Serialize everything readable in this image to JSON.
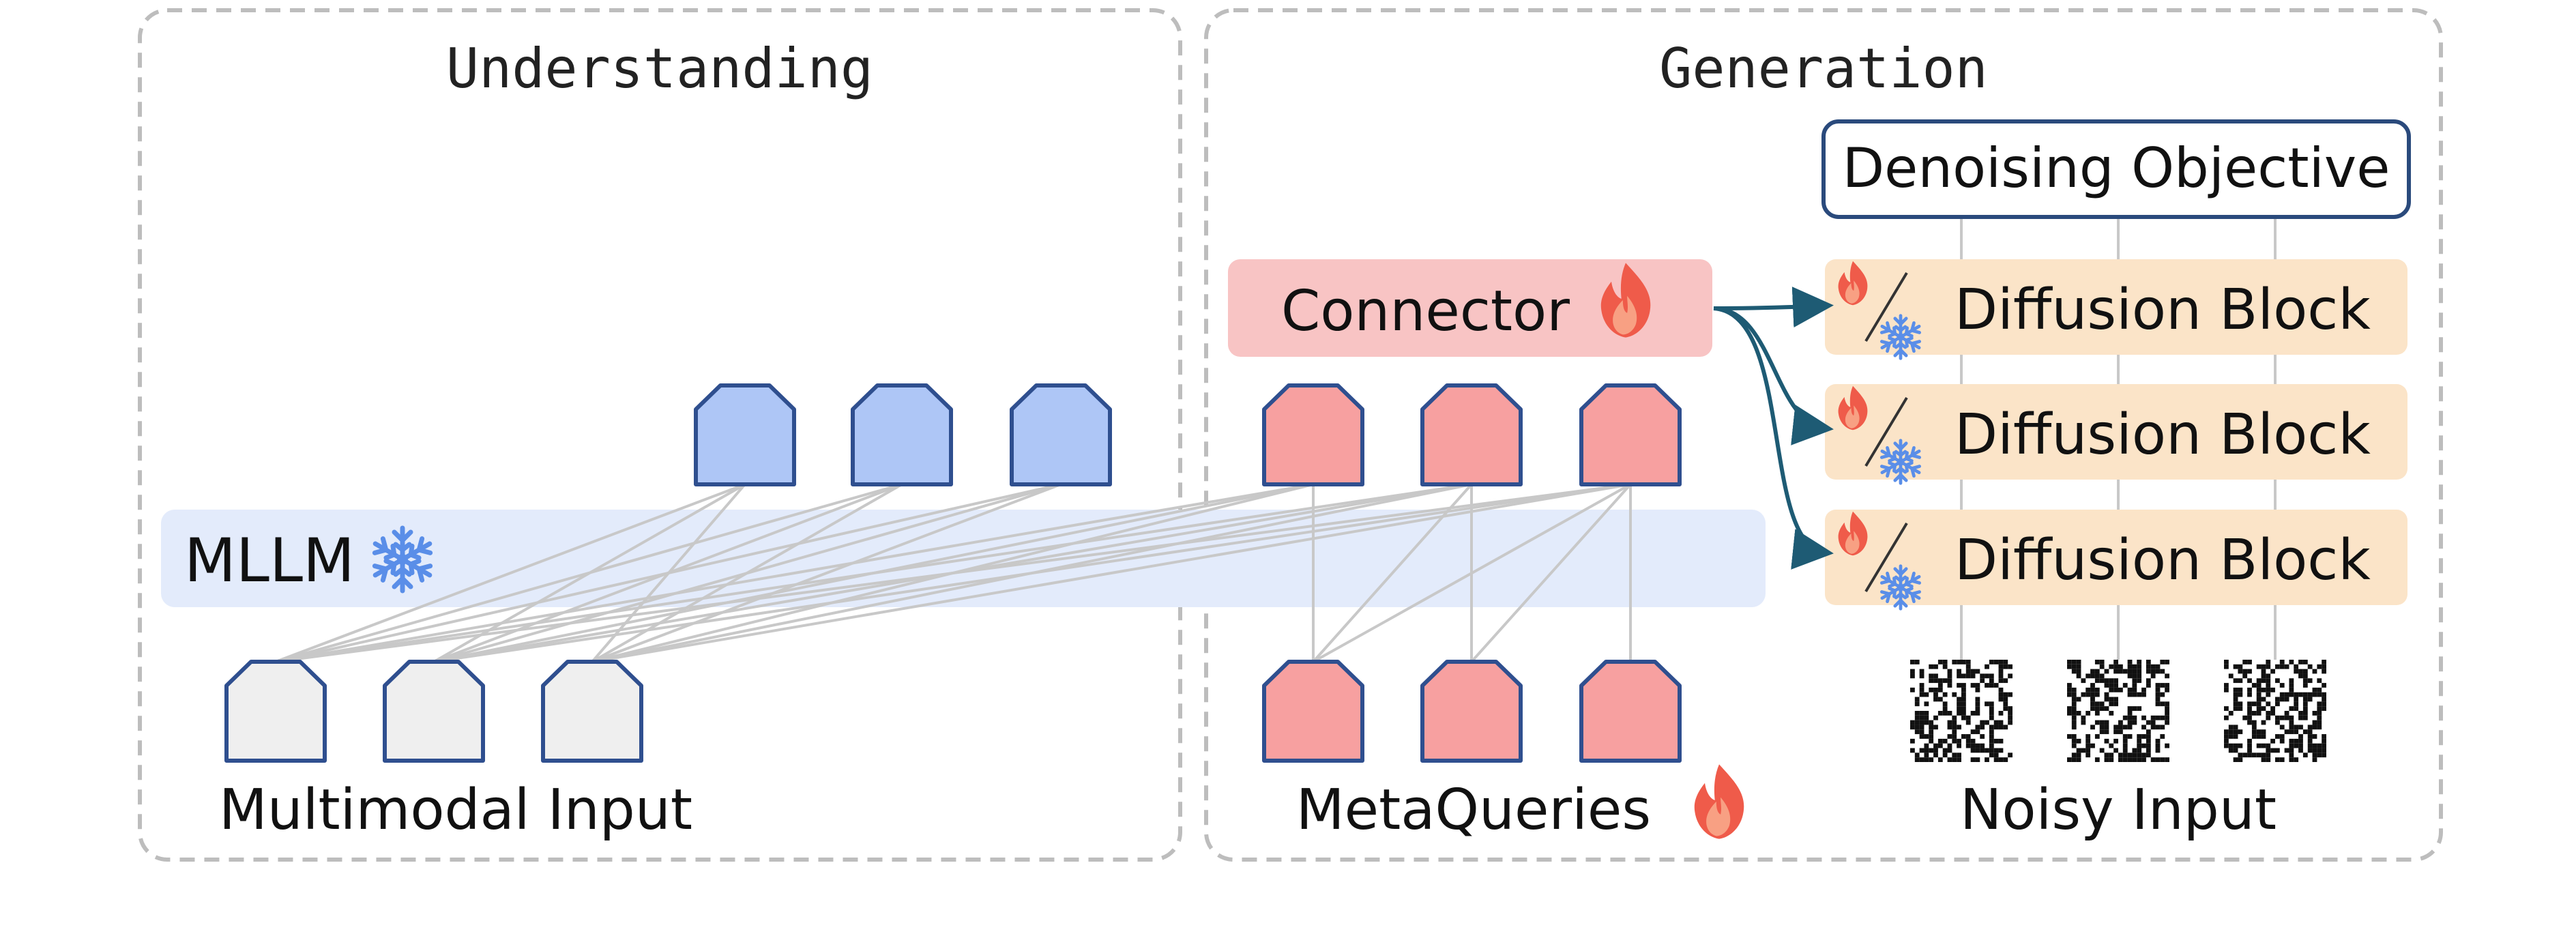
{
  "panels": {
    "understanding_title": "Understanding",
    "generation_title": "Generation"
  },
  "mllm": {
    "label": "MLLM",
    "state": "frozen",
    "state_icon": "snowflake-icon"
  },
  "connector": {
    "label": "Connector",
    "state": "trainable",
    "state_icon": "flame-icon"
  },
  "objective": {
    "label": "Denoising Objective"
  },
  "diffusion_blocks": [
    {
      "label": "Diffusion Block"
    },
    {
      "label": "Diffusion Block"
    },
    {
      "label": "Diffusion Block"
    }
  ],
  "bottom_labels": {
    "multimodal_input": "Multimodal Input",
    "metaqueries": "MetaQueries",
    "noisy_input": "Noisy Input"
  },
  "colors": {
    "panel_border": "#bdbdbd",
    "token_stroke": "#2f4f8f",
    "input_token_fill": "#efefef",
    "mllm_output_fill": "#aec6f6",
    "metaquery_fill": "#f7a0a0",
    "mllm_band": "#e3ebfb",
    "connector_fill": "#f8c4c4",
    "diffusion_fill": "#fbe4c8",
    "objective_border": "#2a4a7c",
    "arrow": "#1e5b74",
    "link_lines": "#c8c8c8",
    "flame_outer": "#ef5b4a",
    "flame_inner": "#f8a083",
    "snowflake": "#5a8ee8"
  }
}
